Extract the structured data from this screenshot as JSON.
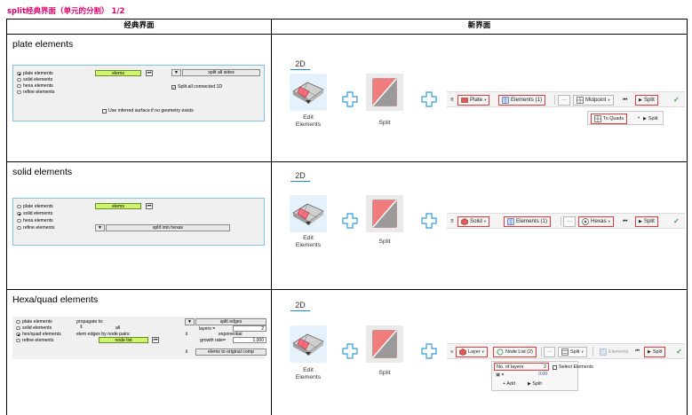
{
  "page_title": "split经典界面（单元的分割） 1/2",
  "columns": {
    "classic": "经典界面",
    "new": "新界面"
  },
  "rows": [
    {
      "heading": "plate elements",
      "classic": {
        "radios": [
          "plate elements",
          "solid elements",
          "hexa elements",
          "refine elements"
        ],
        "selected_radio": "plate elements",
        "selector": "elems",
        "action_button": "split all sides",
        "checkbox_label": "Split all connected 1D",
        "checkbox_label_2": "Use inferred surface if no geometry exists"
      },
      "new": {
        "dim_tab": "2D",
        "icon1_label_line1": "Edit",
        "icon1_label_line2": "Elements",
        "icon2_label": "Split",
        "ribbon": {
          "type_label": "Plate",
          "selector_label": "Elements (1)",
          "more": "···",
          "method_label": "Midpoint",
          "reset": "⏮",
          "split_label": "Split",
          "popup_option": "To Quads",
          "popup_split": "Split"
        }
      }
    },
    {
      "heading": "solid elements",
      "classic": {
        "radios": [
          "plate elements",
          "solid elements",
          "hexa elements",
          "refine elements"
        ],
        "selected_radio": "solid elements",
        "selector": "elems",
        "action_button": "split into hexas"
      },
      "new": {
        "dim_tab": "2D",
        "icon1_label_line1": "Edit",
        "icon1_label_line2": "Elements",
        "icon2_label": "Split",
        "ribbon": {
          "type_label": "Solid",
          "selector_label": "Elements (1)",
          "more": "···",
          "method_label": "Hexas",
          "reset": "⏮",
          "split_label": "Split"
        }
      }
    },
    {
      "heading": "Hexa/quad elements",
      "classic": {
        "radios": [
          "plate elements",
          "solid elements",
          "hex/quad elements",
          "refine elements"
        ],
        "selected_radio": "hex/quad elements",
        "propagate_label": "propagate to:",
        "propagate_value": "all",
        "pairs_label": "elem edges by node pairs:",
        "selector": "node list",
        "action_button": "split edges",
        "layers_label": "layers =",
        "layers_value": "2",
        "growth_type": "exponential",
        "growth_label": "growth rate=",
        "growth_value": "1.000",
        "orig_button": "elems to original comp"
      },
      "new": {
        "dim_tab": "2D",
        "icon1_label_line1": "Edit",
        "icon1_label_line2": "Elements",
        "icon2_label": "Split",
        "ribbon": {
          "type_label": "Layer",
          "selector_label": "Node List (2)",
          "more": "···",
          "method_label": "Split",
          "elements_label": "Elements",
          "reset": "⏮",
          "split_label": "Split",
          "popup_layers_label": "No. of layers",
          "popup_layers_value": "2",
          "popup_value": "0.00",
          "popup_add": "Add",
          "popup_split": "Split",
          "select_elements": "Select Elements"
        }
      }
    }
  ]
}
